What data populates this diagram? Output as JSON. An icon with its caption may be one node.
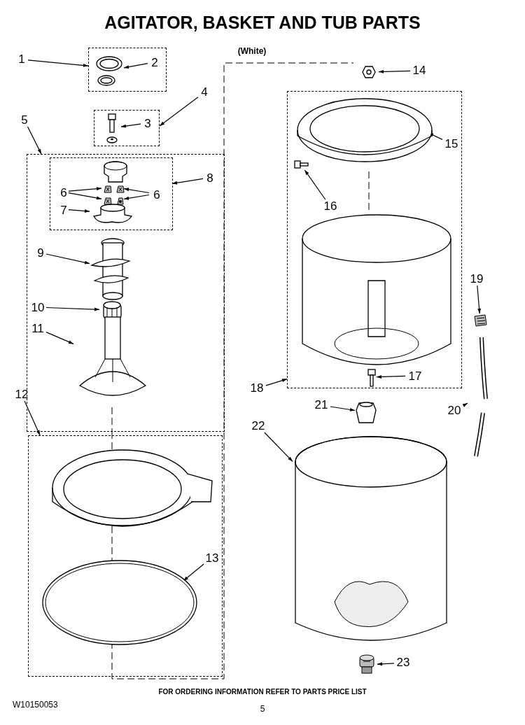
{
  "diagram": {
    "title": "AGITATOR, BASKET AND TUB PARTS",
    "nodes": [
      {
        "text": [
          "1"
        ]
      },
      {
        "text": [],
        "shape": "box"
      },
      {
        "text": [
          "2"
        ],
        "in": 1
      },
      {
        "text": [],
        "shape": "picture",
        "in": 1
      },
      {
        "text": [
          "4"
        ]
      },
      {
        "text": [],
        "shape": "box"
      },
      {
        "text": [
          "3"
        ],
        "in": 5
      },
      {
        "text": [],
        "shape": "picture",
        "in": 5
      },
      {
        "text": [
          "5"
        ]
      },
      {
        "text": [],
        "shape": "box"
      },
      {
        "text": [],
        "shape": "box",
        "in": 9
      },
      {
        "text": [
          "8"
        ],
        "in": 9
      },
      {
        "text": [
          "6"
        ],
        "in": 10
      },
      {
        "text": [
          "6"
        ],
        "in": 10
      },
      {
        "text": [
          "7"
        ],
        "in": 10
      },
      {
        "text": [],
        "shape": "picture",
        "in": 10
      },
      {
        "text": [],
        "shape": "picture",
        "in": 10
      },
      {
        "text": [],
        "shape": "picture",
        "in": 10
      },
      {
        "text": [],
        "shape": "picture",
        "in": 10
      },
      {
        "text": [],
        "shape": "picture",
        "in": 10
      },
      {
        "text": [
          "9"
        ],
        "in": 9
      },
      {
        "text": [],
        "shape": "picture",
        "in": 9
      },
      {
        "text": [
          "10"
        ],
        "in": 9
      },
      {
        "text": [],
        "shape": "picture",
        "in": 9
      },
      {
        "text": [
          "11"
        ],
        "in": 9
      },
      {
        "text": [],
        "shape": "picture",
        "in": 9
      },
      {
        "text": [
          "12"
        ]
      },
      {
        "text": [],
        "shape": "box"
      },
      {
        "text": [
          "13"
        ],
        "in": 27
      },
      {
        "text": [],
        "shape": "picture",
        "in": 27
      },
      {
        "text": [
          "14"
        ]
      },
      {
        "text": [],
        "shape": "picture"
      },
      {
        "text": [],
        "shape": "box"
      },
      {
        "text": [
          "15"
        ],
        "in": 32
      },
      {
        "text": [],
        "shape": "picture",
        "in": 32
      },
      {
        "text": [
          "16"
        ],
        "in": 32
      },
      {
        "text": [],
        "shape": "picture",
        "in": 32
      },
      {
        "text": [],
        "shape": "picture",
        "in": 32
      },
      {
        "text": [
          "17"
        ],
        "in": 32
      },
      {
        "text": [
          "18"
        ]
      },
      {
        "text": [
          "19"
        ]
      },
      {
        "text": [],
        "shape": "picture"
      },
      {
        "text": [
          "20"
        ]
      },
      {
        "text": [],
        "shape": "picture"
      },
      {
        "text": [
          "21"
        ]
      },
      {
        "text": [],
        "shape": "picture"
      },
      {
        "text": [
          "22"
        ]
      },
      {
        "text": [],
        "shape": "picture"
      },
      {
        "text": [
          "23"
        ]
      },
      {
        "text": [],
        "shape": "picture"
      }
    ],
    "edges": [
      {
        "from": 0,
        "to": 1,
        "arrow": "to"
      },
      {
        "from": 2,
        "to": 3,
        "arrow": "to"
      },
      {
        "from": 4,
        "to": 5,
        "arrow": "to"
      },
      {
        "from": 6,
        "to": 7,
        "arrow": "to"
      },
      {
        "from": 8,
        "to": 9,
        "arrow": "to"
      },
      {
        "from": 11,
        "to": 10,
        "arrow": "to"
      },
      {
        "from": 12,
        "to": 15,
        "arrow": "to"
      },
      {
        "from": 12,
        "to": 17,
        "arrow": "to"
      },
      {
        "from": 13,
        "to": 16,
        "arrow": "to"
      },
      {
        "from": 13,
        "to": 18,
        "arrow": "to"
      },
      {
        "from": 14,
        "to": 19,
        "arrow": "to"
      },
      {
        "from": 20,
        "to": 21,
        "arrow": "to"
      },
      {
        "from": 22,
        "to": 23,
        "arrow": "to"
      },
      {
        "from": 24,
        "to": 25,
        "arrow": "to"
      },
      {
        "from": 26,
        "to": 27,
        "arrow": "to"
      },
      {
        "from": 28,
        "to": 29,
        "arrow": "to"
      },
      {
        "from": 30,
        "to": 31,
        "arrow": "to"
      },
      {
        "from": 33,
        "to": 34,
        "arrow": "to"
      },
      {
        "from": 35,
        "to": 36,
        "arrow": "to"
      },
      {
        "from": 38,
        "to": 37,
        "arrow": "to"
      },
      {
        "from": 39,
        "to": 32,
        "arrow": "to"
      },
      {
        "from": 40,
        "to": 41,
        "arrow": "to"
      },
      {
        "from": 42,
        "to": 43,
        "arrow": "to"
      },
      {
        "from": 44,
        "to": 45,
        "arrow": "to"
      },
      {
        "from": 46,
        "to": 47,
        "arrow": "to"
      },
      {
        "from": 48,
        "to": 49,
        "arrow": "to"
      }
    ],
    "labels": [
      "(White)",
      "FOR ORDERING INFORMATION REFER TO PARTS PRICE LIST",
      "W10150053",
      "5"
    ]
  }
}
